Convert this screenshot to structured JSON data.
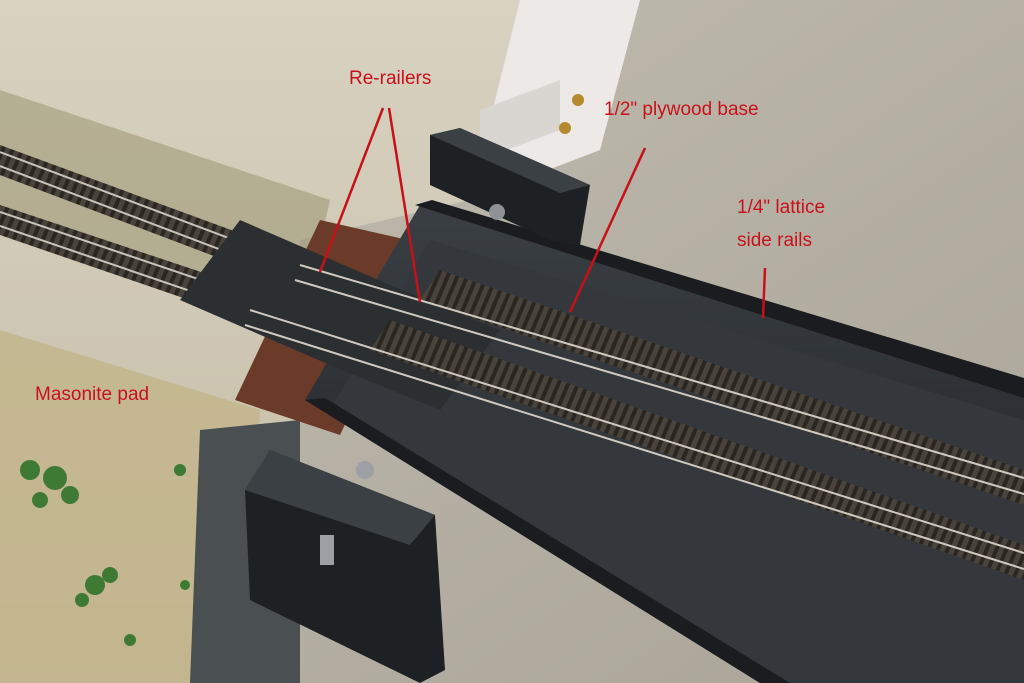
{
  "annotations": {
    "rerailers": "Re-railers",
    "plywood_base": "1/2\" plywood base",
    "lattice_line1": "1/4\" lattice",
    "lattice_line2": "side rails",
    "masonite_pad": "Masonite pad"
  },
  "colors": {
    "annotation": "#c8101a",
    "background_floor": "#b9b4a7",
    "module_base": "#23272b",
    "ground_scenery": "#c9c1ae"
  }
}
